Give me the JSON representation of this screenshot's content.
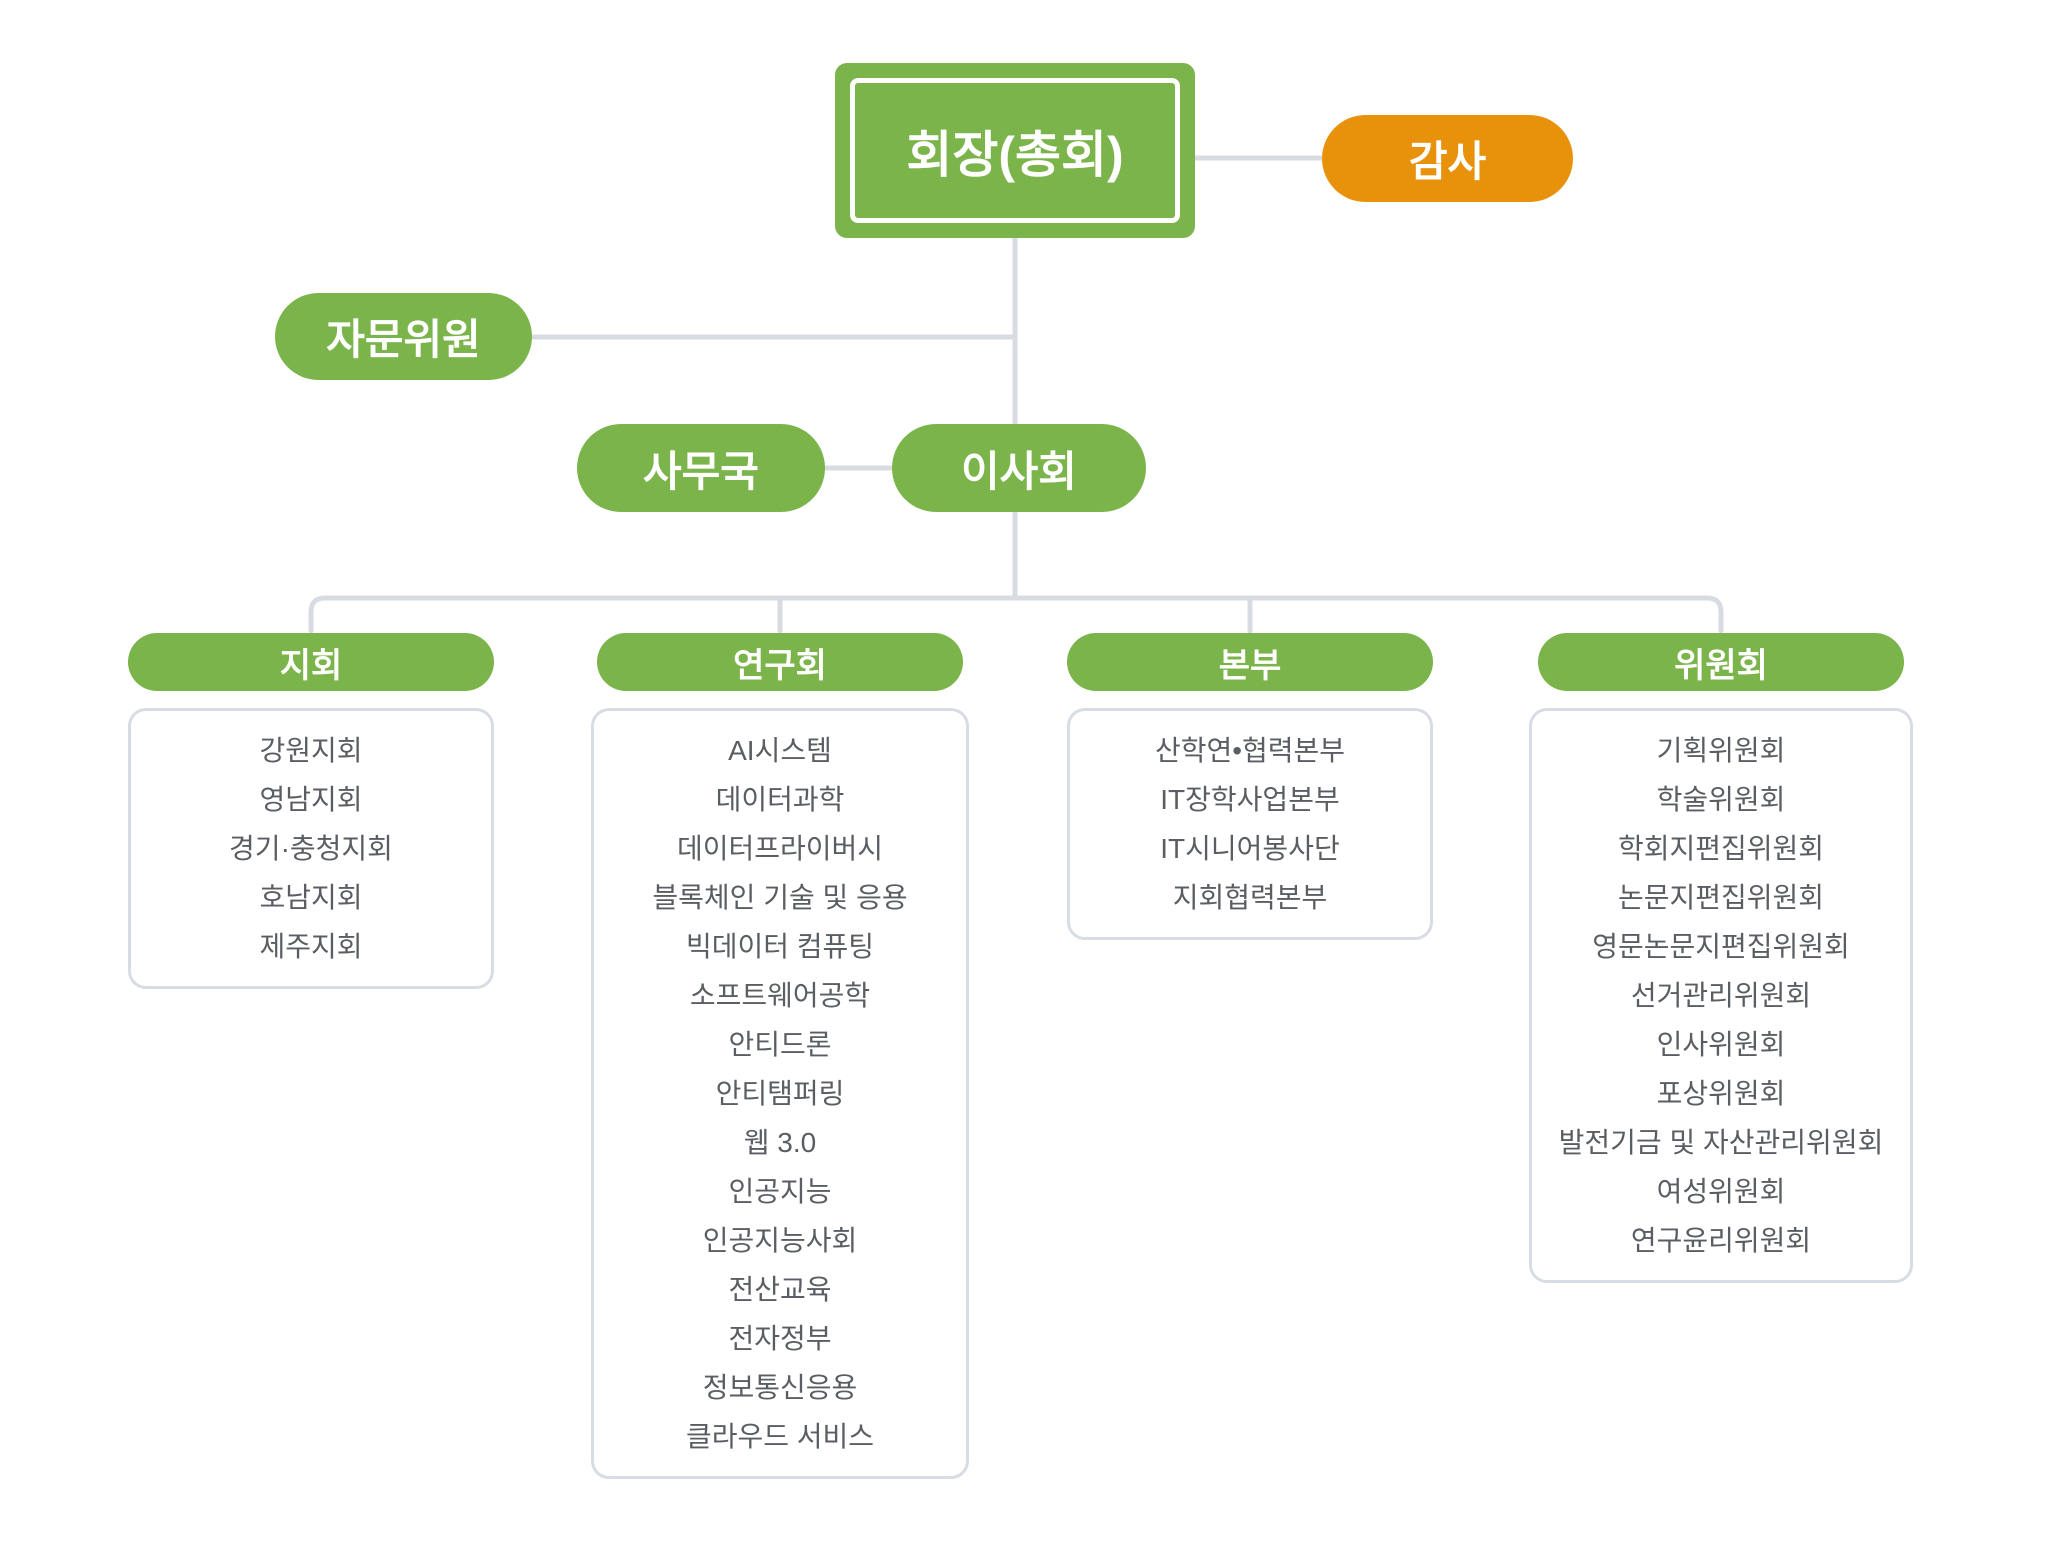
{
  "org_chart": {
    "root": {
      "label": "회장(총회)"
    },
    "audit": {
      "label": "감사"
    },
    "advisory": {
      "label": "자문위원"
    },
    "secretariat": {
      "label": "사무국"
    },
    "board": {
      "label": "이사회"
    },
    "branches": [
      {
        "label": "지회",
        "items": [
          "강원지회",
          "영남지회",
          "경기·충청지회",
          "호남지회",
          "제주지회"
        ]
      },
      {
        "label": "연구회",
        "items": [
          "AI시스템",
          "데이터과학",
          "데이터프라이버시",
          "블록체인 기술 및 응용",
          "빅데이터 컴퓨팅",
          "소프트웨어공학",
          "안티드론",
          "안티탬퍼링",
          "웹 3.0",
          "인공지능",
          "인공지능사회",
          "전산교육",
          "전자정부",
          "정보통신응용",
          "클라우드 서비스"
        ]
      },
      {
        "label": "본부",
        "items": [
          "산학연•협력본부",
          "IT장학사업본부",
          "IT시니어봉사단",
          "지회협력본부"
        ]
      },
      {
        "label": "위원회",
        "items": [
          "기획위원회",
          "학술위원회",
          "학회지편집위원회",
          "논문지편집위원회",
          "영문논문지편집위원회",
          "선거관리위원회",
          "인사위원회",
          "포상위원회",
          "발전기금 및 자산관리위원회",
          "여성위원회",
          "연구윤리위원회"
        ]
      }
    ],
    "colors": {
      "green": "#7cb44c",
      "orange": "#e8920c",
      "connector": "#d8dbe2",
      "item_text": "#5a5e63",
      "box_border": "#d8dce4"
    }
  }
}
